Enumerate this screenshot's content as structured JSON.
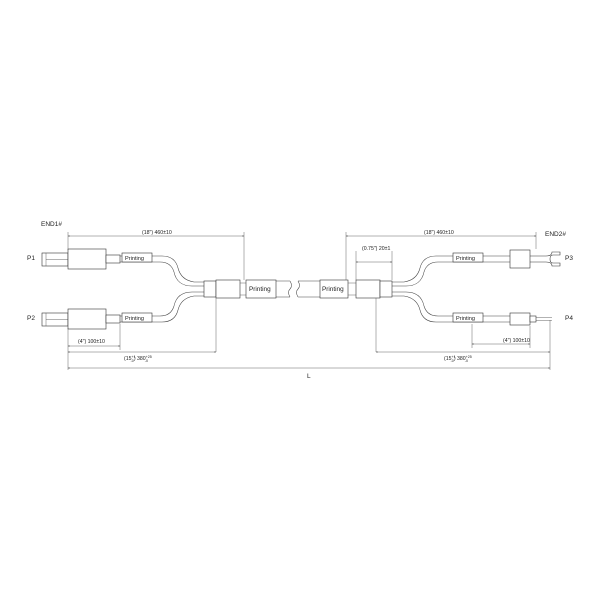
{
  "ends": {
    "end1": "END1#",
    "end2": "END2#"
  },
  "plugs": {
    "p1": "P1",
    "p2": "P2",
    "p3": "P3",
    "p4": "P4"
  },
  "printing_label": "Printing",
  "dimensions": {
    "left_branch_length": "(18\") 460±10",
    "right_branch_length": "(18\") 460±10",
    "sleeve_length": "(0.75\") 20±1",
    "left_short_branch": "(4\") 100±10",
    "right_short_branch": "(4\") 100±10",
    "left_section_prefix": "(15",
    "left_section_tol_sup": "+1",
    "left_section_tol_sub": "-0",
    "left_section_value": ") 380",
    "left_section_mm_sup": "+25",
    "left_section_mm_sub": "-0",
    "right_section_prefix": "(15",
    "right_section_tol_sup": "+1",
    "right_section_tol_sub": "-0",
    "right_section_value": ") 380",
    "right_section_mm_sup": "+25",
    "right_section_mm_sub": "-0",
    "overall_length": "L"
  },
  "colors": {
    "line": "#333333",
    "background": "#ffffff"
  }
}
